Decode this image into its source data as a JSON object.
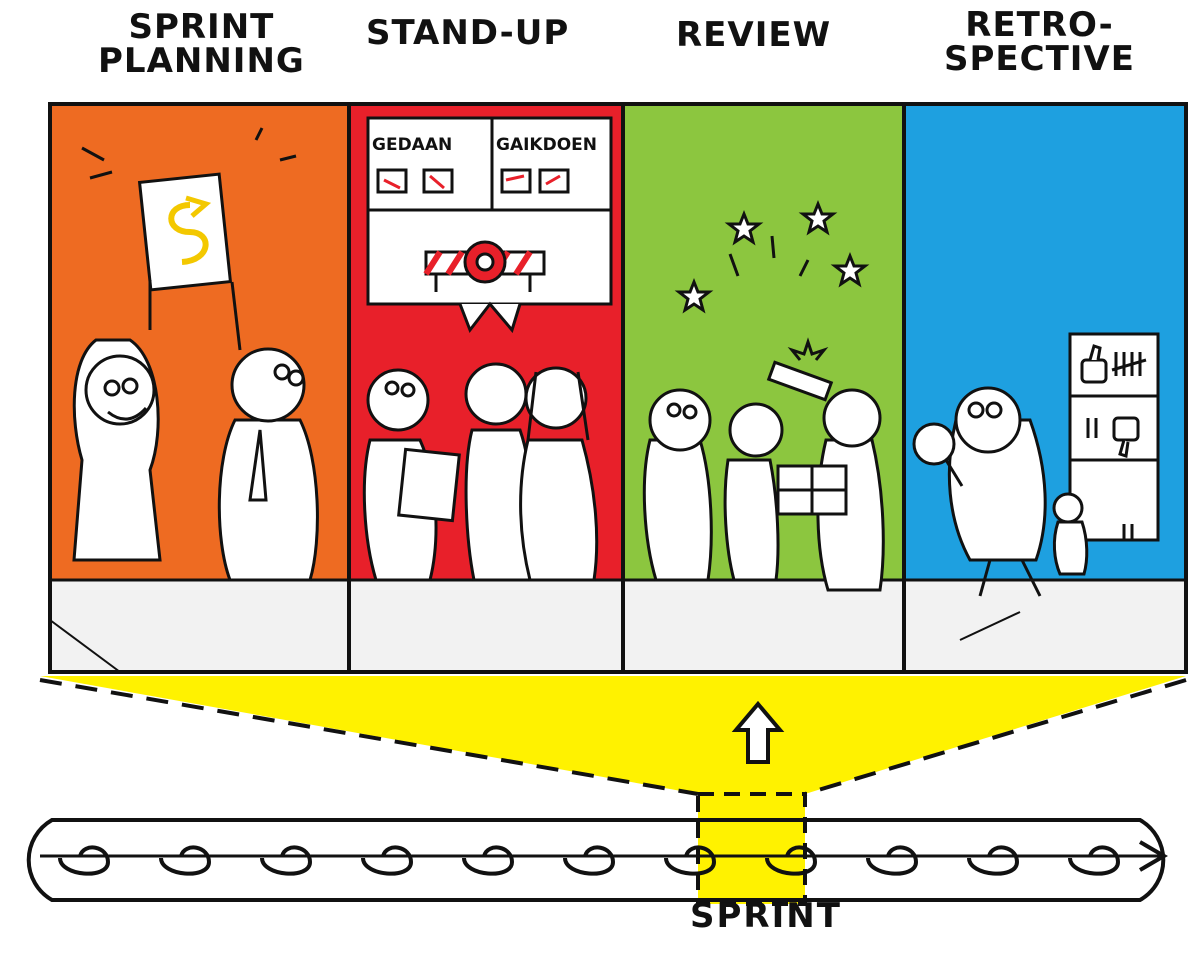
{
  "phases": [
    {
      "line1": "SPRINT",
      "line2": "PLANNING",
      "color": "#ee6b22"
    },
    {
      "line1": "STAND-UP",
      "line2": "",
      "color": "#e8202a"
    },
    {
      "line1": "REVIEW",
      "line2": "",
      "color": "#8cc63f"
    },
    {
      "line1": "RETRO-",
      "line2": "SPECTIVE",
      "color": "#1ea0e0"
    }
  ],
  "board": {
    "col1": "GEDAAN",
    "col2": "GAIKDOEN"
  },
  "sprint_label": "SPRINT",
  "highlight_color": "#fff200",
  "icons": [
    "document-with-arrow-icon",
    "barrier-icon",
    "stars-icon",
    "gift-icon",
    "magnifier-icon",
    "thumbs-up-icon",
    "thumbs-down-icon",
    "arrow-up-icon",
    "loop-arrow-icon"
  ]
}
